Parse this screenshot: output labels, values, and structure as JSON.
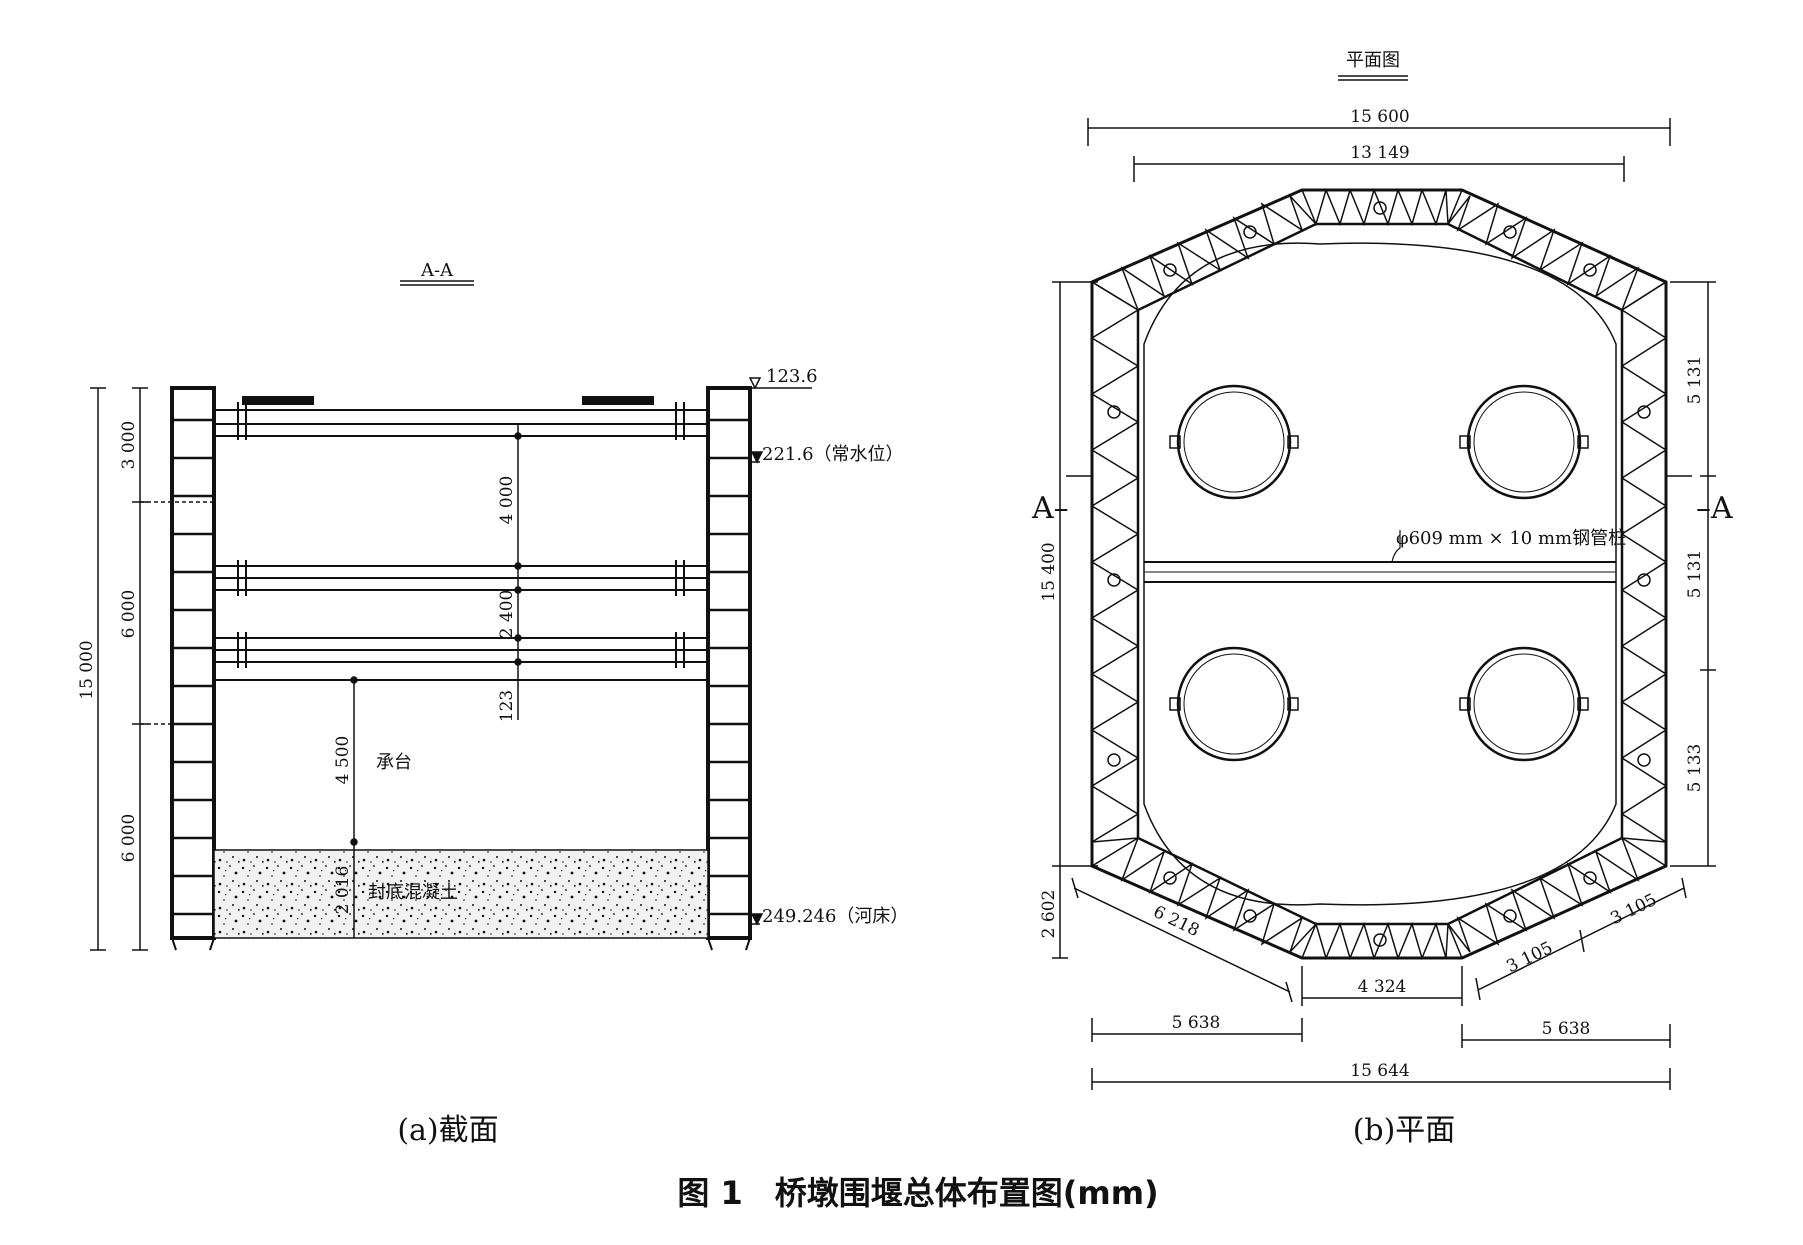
{
  "section": {
    "title": "A-A",
    "elev_top": "123.6",
    "water_level": "221.6（常水位）",
    "river_bed": "249.246（河床）",
    "dim_total": "15 000",
    "dim_3000": "3 000",
    "dim_6000_upper": "6 000",
    "dim_6000_lower": "6 000",
    "dim_4000": "4 000",
    "dim_2400": "2 400",
    "dim_123": "123",
    "dim_4500": "4 500",
    "dim_2016": "2 016",
    "label_cap": "承台",
    "label_seal": "封底混凝土",
    "caption": "(a)截面"
  },
  "plan": {
    "title": "平面图",
    "dim_top_outer": "15 600",
    "dim_top_inner": "13 149",
    "dim_height": "15 400",
    "dim_bottom_left": "2 602",
    "dim_right_1": "5 131",
    "dim_right_2": "5 131",
    "dim_right_3": "5 133",
    "dim_diag_left": "6 218",
    "dim_center_bottom": "4 324",
    "dim_diag_right_a": "3 105",
    "dim_diag_right_b": "3 105",
    "dim_bottom_left_len": "5 638",
    "dim_bottom_right_len": "5 638",
    "dim_bottom_total": "15 644",
    "section_mark_left": "A–",
    "section_mark_right": "–A",
    "pile_note": "φ609 mm × 10 mm钢管桩",
    "caption": "(b)平面"
  },
  "figure_caption": "图 1　桥墩围堰总体布置图(mm)"
}
